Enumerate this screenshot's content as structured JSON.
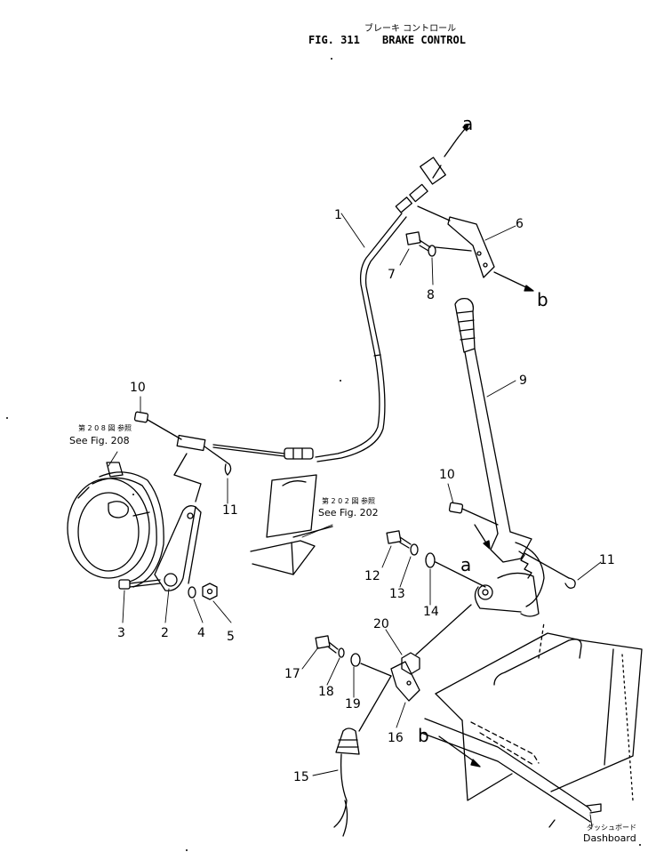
{
  "header": {
    "japanese_title": "ブレーキ コントロール",
    "figure_number": "FIG. 311",
    "title": "BRAKE CONTROL"
  },
  "callouts": {
    "c1": "1",
    "c2": "2",
    "c3": "3",
    "c4": "4",
    "c5": "5",
    "c6": "6",
    "c7": "7",
    "c8": "8",
    "c9": "9",
    "c10_left": "10",
    "c10_right": "10",
    "c11_left": "11",
    "c11_right": "11",
    "c12": "12",
    "c13": "13",
    "c14": "14",
    "c15": "15",
    "c16": "16",
    "c17": "17",
    "c18": "18",
    "c19": "19",
    "c20": "20"
  },
  "connectors": {
    "a_top": "a",
    "a_lower": "a",
    "b_top": "b",
    "b_lower": "b"
  },
  "references": {
    "fig208_jp": "第 2 0 8 図 参照",
    "fig208": "See Fig. 208",
    "fig202_jp": "第 2 0 2 図 参照",
    "fig202": "See Fig. 202",
    "dashboard_jp": "ダッシュボード",
    "dashboard": "Dashboard"
  }
}
